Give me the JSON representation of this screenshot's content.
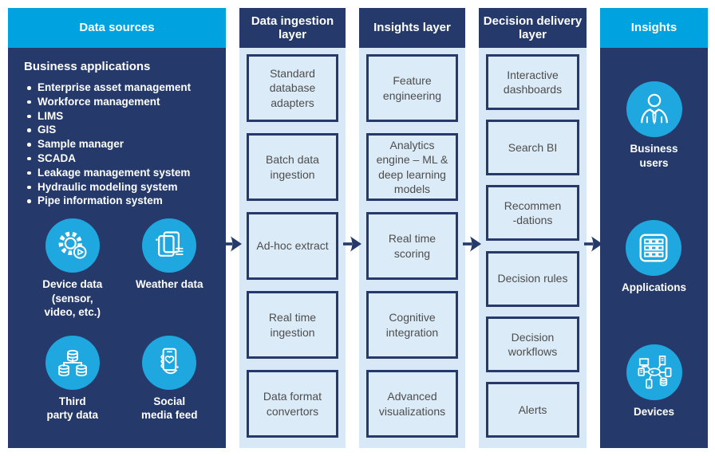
{
  "palette": {
    "navy": "#253A6B",
    "cyan": "#00A3E0",
    "icon_cyan": "#1FA7E0",
    "light": "#D8E8F6",
    "box_fill": "#DCEBF8",
    "box_text": "#4D4D4D"
  },
  "columns": [
    {
      "header": "Data sources",
      "subheading": "Business applications",
      "bullets": [
        "Enterprise asset management",
        "Workforce management",
        "LIMS",
        "GIS",
        "Sample manager",
        "SCADA",
        "Leakage management system",
        "Hydraulic modeling system",
        "Pipe information system"
      ],
      "icons": [
        {
          "icon": "gear-play-icon",
          "label": "Device data\n(sensor,\nvideo, etc.)"
        },
        {
          "icon": "documents-icon",
          "label": "Weather data"
        },
        {
          "icon": "databases-icon",
          "label": "Third\nparty data"
        },
        {
          "icon": "phone-heart-icon",
          "label": "Social\nmedia feed"
        }
      ]
    },
    {
      "header": "Data ingestion layer",
      "boxes": [
        "Standard database adapters",
        "Batch data ingestion",
        "Ad-hoc extract",
        "Real time ingestion",
        "Data format convertors"
      ]
    },
    {
      "header": "Insights layer",
      "boxes": [
        "Feature engineering",
        "Analytics engine – ML & deep learning models",
        "Real time scoring",
        "Cognitive integration",
        "Advanced visualizations"
      ]
    },
    {
      "header": "Decision delivery layer",
      "boxes": [
        "Interactive dashboards",
        "Search BI",
        "Recommen\n-dations",
        "Decision rules",
        "Decision workflows",
        "Alerts"
      ]
    },
    {
      "header": "Insights",
      "icons": [
        {
          "icon": "person-icon",
          "label": "Business\nusers"
        },
        {
          "icon": "keypad-icon",
          "label": "Applications"
        },
        {
          "icon": "network-icon",
          "label": "Devices"
        }
      ]
    }
  ]
}
